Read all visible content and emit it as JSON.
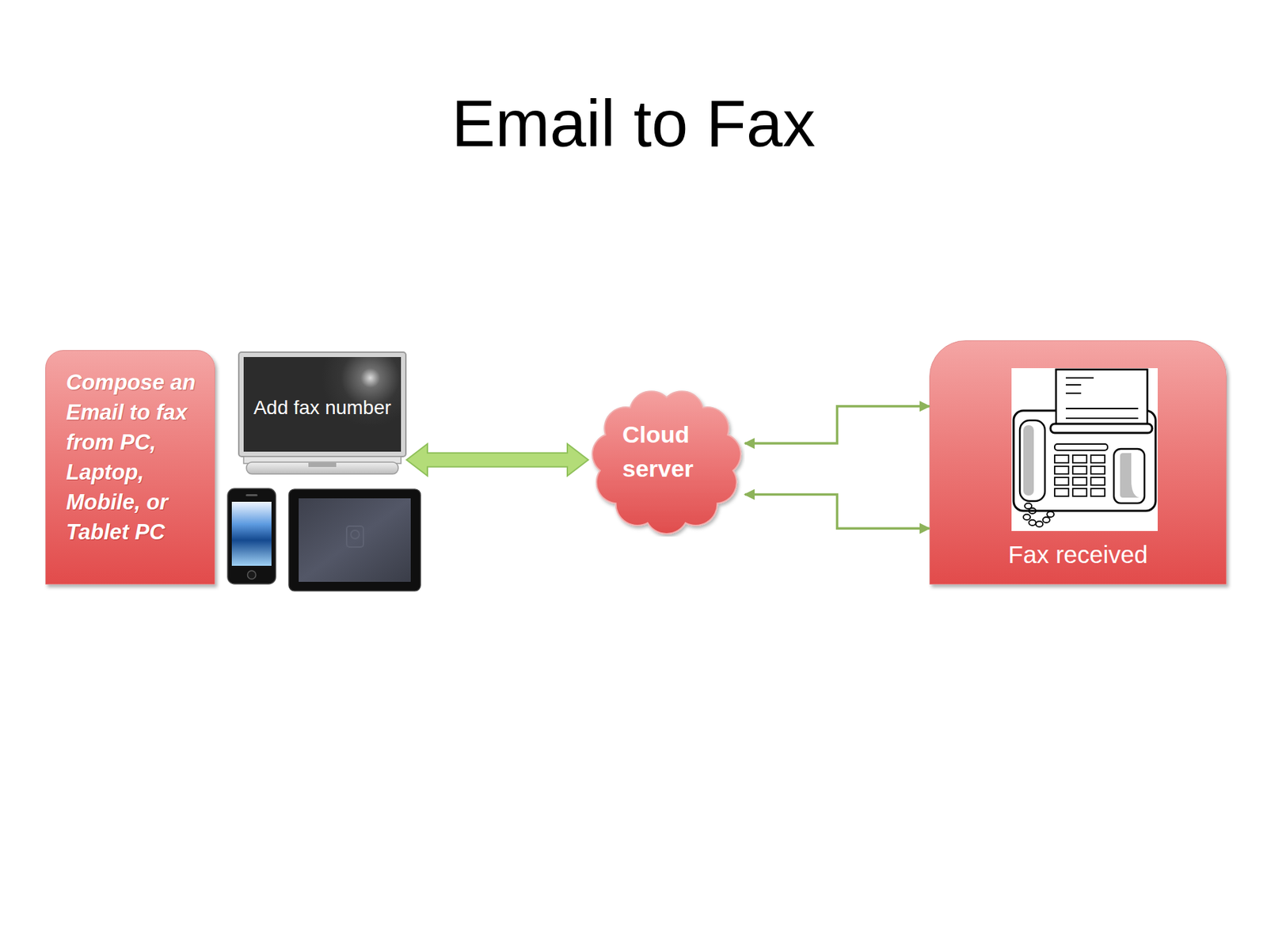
{
  "diagram": {
    "title": "Email to Fax",
    "nodes": [
      {
        "text": [
          "Compose an Email to fax from PC, Laptop, Mobile, or Tablet PC"
        ]
      },
      {
        "text": [
          "Add fax number"
        ]
      },
      {
        "text": [
          "Cloud server"
        ]
      },
      {
        "text": [
          "Fax received"
        ]
      }
    ],
    "edges": [
      {
        "from": 1,
        "to": 2,
        "arrow": "both"
      },
      {
        "from": 2,
        "to": 3,
        "arrow": "both"
      },
      {
        "from": 2,
        "to": 3,
        "arrow": "both"
      }
    ]
  }
}
